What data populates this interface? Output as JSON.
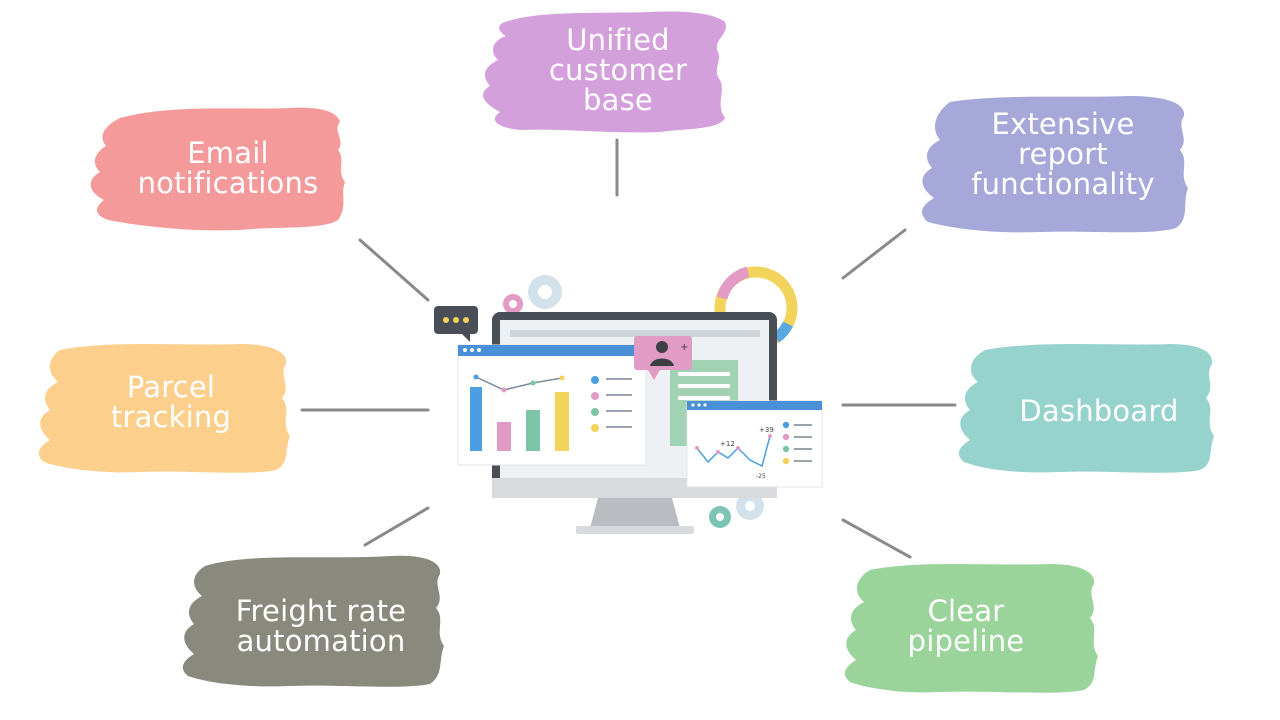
{
  "features": [
    {
      "id": "unified",
      "lines": [
        "Unified",
        "customer",
        "base"
      ],
      "color": "#d4a0dc"
    },
    {
      "id": "email",
      "lines": [
        "Email",
        "notifications"
      ],
      "color": "#f59a9a"
    },
    {
      "id": "report",
      "lines": [
        "Extensive",
        "report",
        "functionality"
      ],
      "color": "#a5a8d8"
    },
    {
      "id": "parcel",
      "lines": [
        "Parcel",
        "tracking"
      ],
      "color": "#fcd08c"
    },
    {
      "id": "dashboard",
      "lines": [
        "Dashboard"
      ],
      "color": "#97d3cd"
    },
    {
      "id": "freight",
      "lines": [
        "Freight rate",
        "automation"
      ],
      "color": "#8a897d"
    },
    {
      "id": "pipeline",
      "lines": [
        "Clear",
        "pipeline"
      ],
      "color": "#9bd49a"
    }
  ],
  "center_graphic": {
    "chart_annotations": [
      "+12",
      "+39",
      "-25"
    ],
    "icons": [
      "monitor-icon",
      "chat-bubble-icon",
      "gear-icon",
      "user-profile-icon",
      "donut-chart-icon",
      "bar-chart-icon",
      "line-chart-icon"
    ]
  },
  "colors": {
    "connector": "#888888",
    "screen_frame": "#4a4f57",
    "accent_blue": "#4a90d9"
  }
}
